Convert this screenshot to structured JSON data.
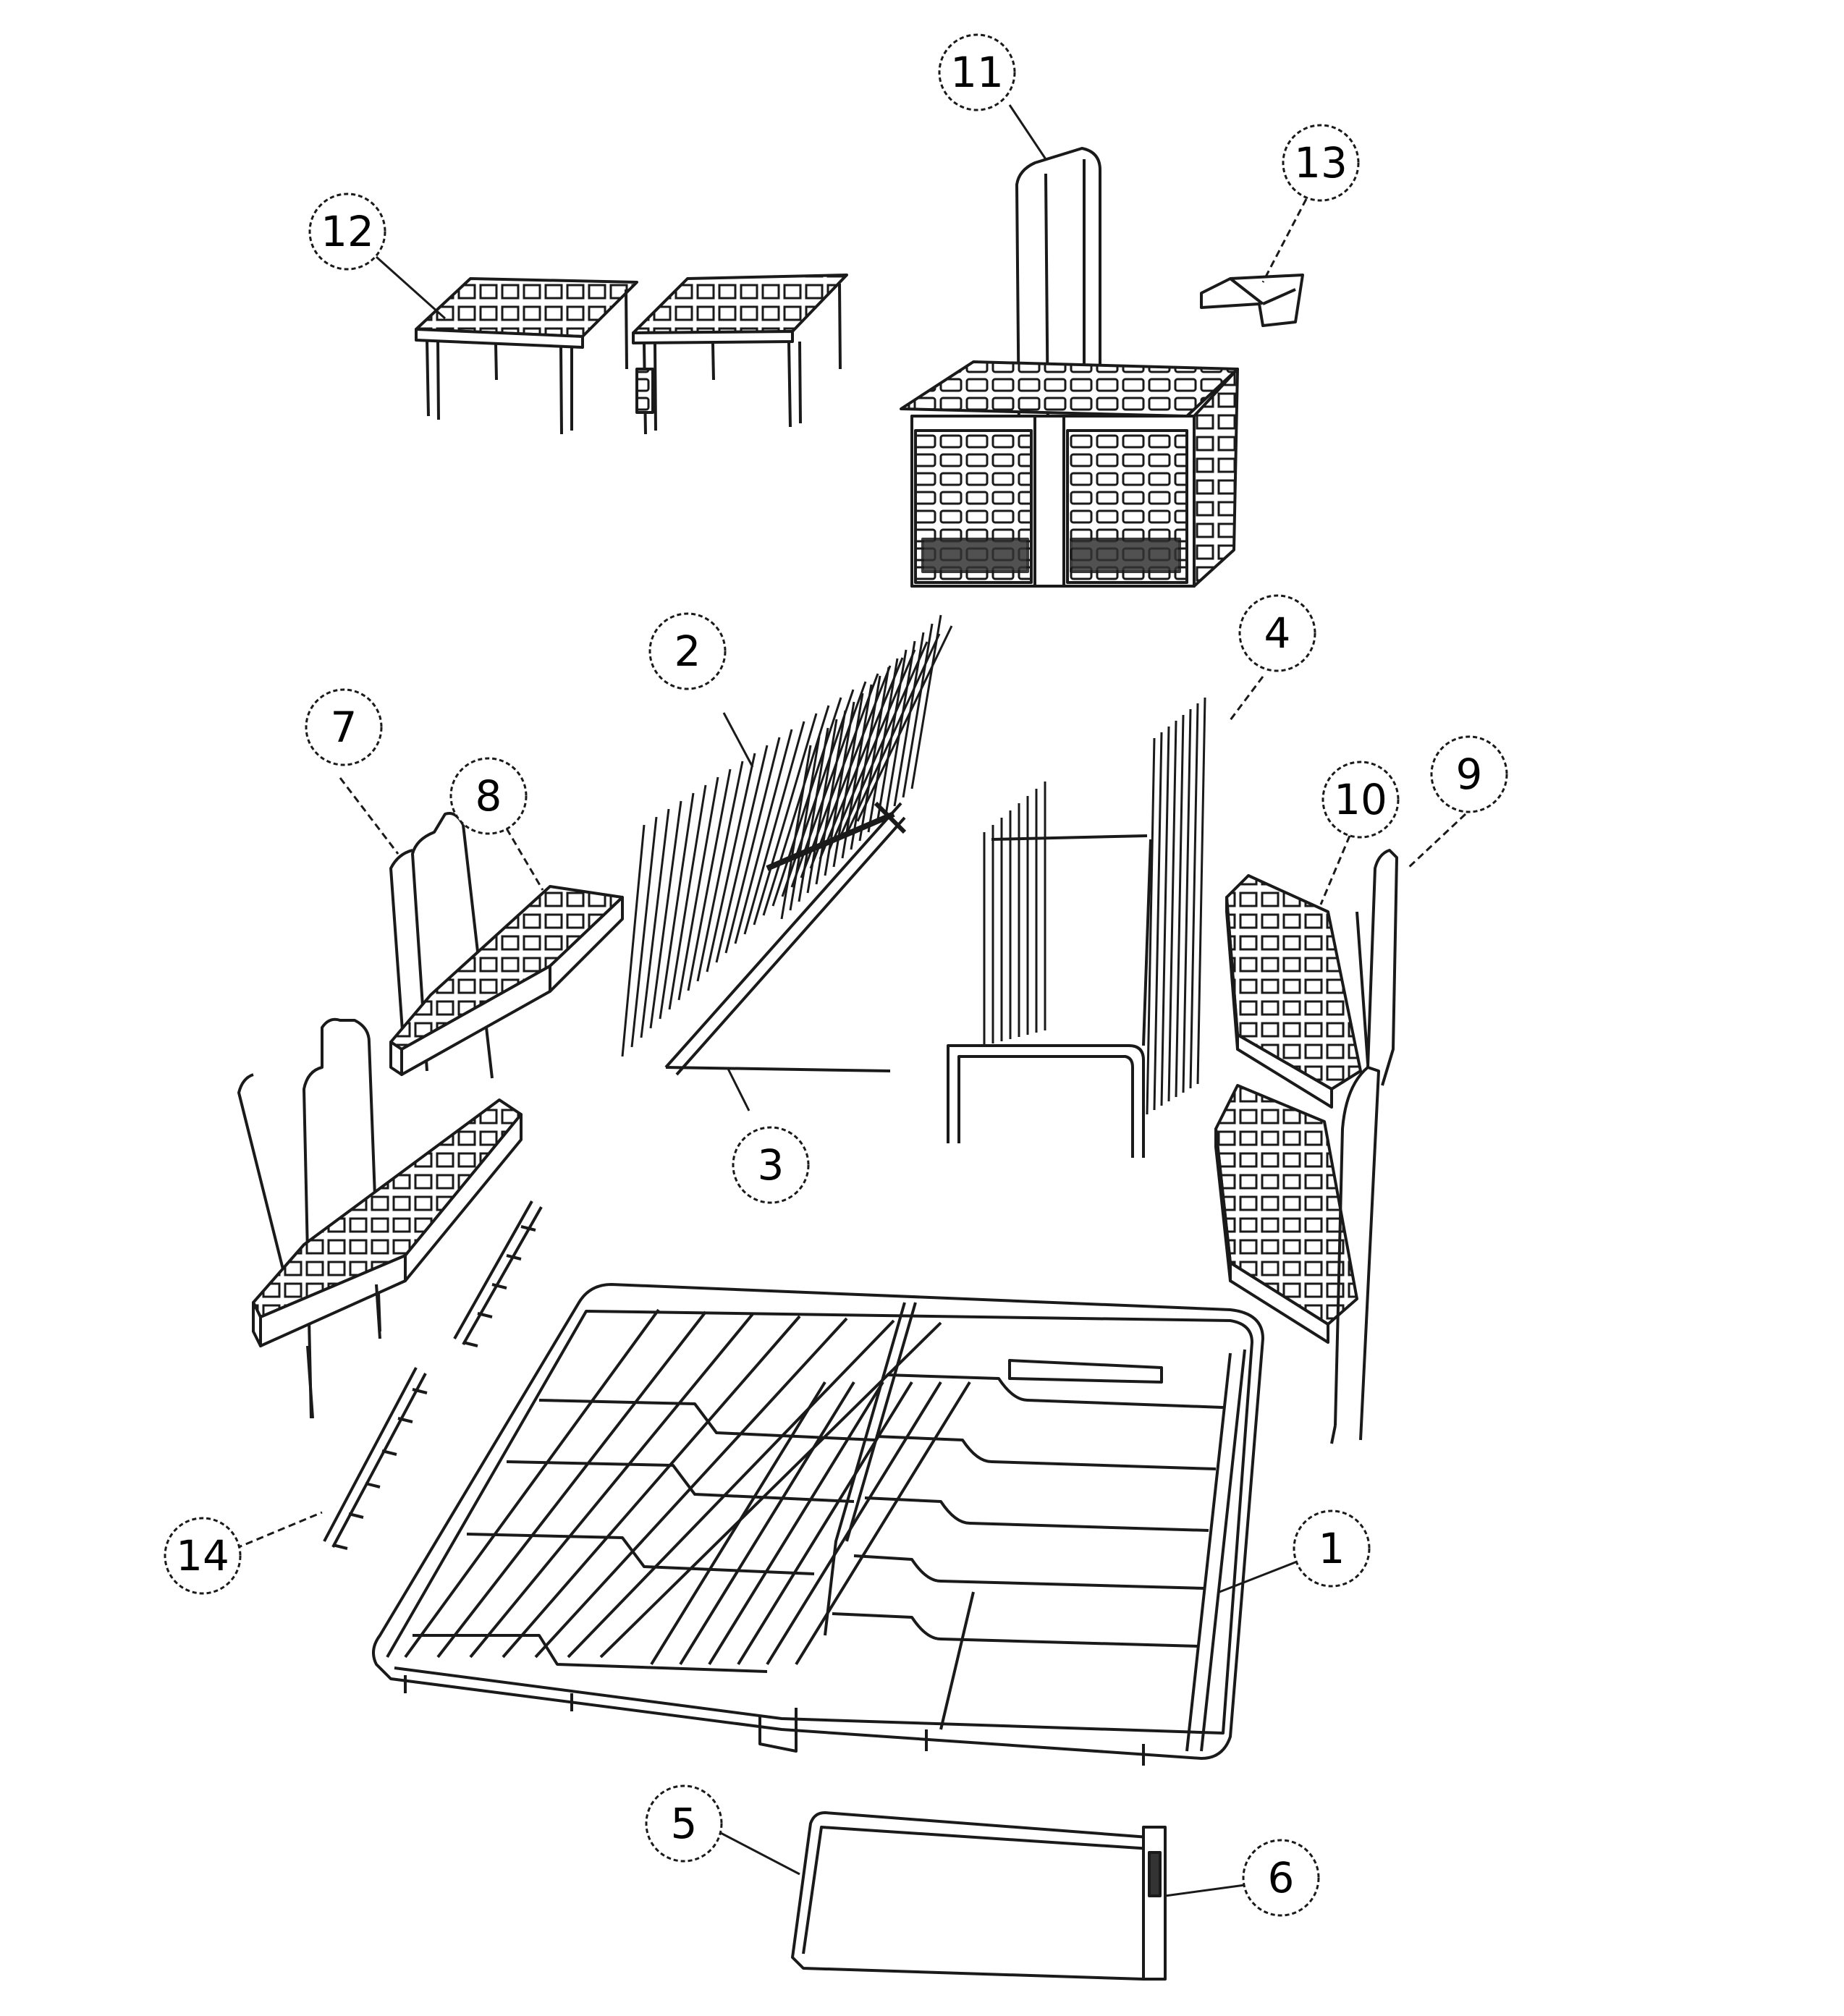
{
  "diagram": {
    "colors": {
      "line": "#1a1a1a",
      "fill": "#ffffff",
      "dark": "#333333"
    },
    "callouts": [
      {
        "id": "c1",
        "label": "1",
        "part": "lower-rack-frame"
      },
      {
        "id": "c2",
        "label": "2",
        "part": "folding-tine-row-upper"
      },
      {
        "id": "c3",
        "label": "3",
        "part": "folding-tine-row-bracket"
      },
      {
        "id": "c4",
        "label": "4",
        "part": "plate-support-insert"
      },
      {
        "id": "c5",
        "label": "5",
        "part": "front-wire-frame"
      },
      {
        "id": "c6",
        "label": "6",
        "part": "frame-clip"
      },
      {
        "id": "c7",
        "label": "7",
        "part": "left-cup-shelf-wire"
      },
      {
        "id": "c8",
        "label": "8",
        "part": "left-cup-shelf-grid"
      },
      {
        "id": "c9",
        "label": "9",
        "part": "right-cup-shelf-wire"
      },
      {
        "id": "c10",
        "label": "10",
        "part": "right-cup-shelf-grid"
      },
      {
        "id": "c11",
        "label": "11",
        "part": "cutlery-basket"
      },
      {
        "id": "c12",
        "label": "12",
        "part": "small-item-racks"
      },
      {
        "id": "c13",
        "label": "13",
        "part": "basket-clip"
      },
      {
        "id": "c14",
        "label": "14",
        "part": "side-hook-strips"
      }
    ]
  }
}
